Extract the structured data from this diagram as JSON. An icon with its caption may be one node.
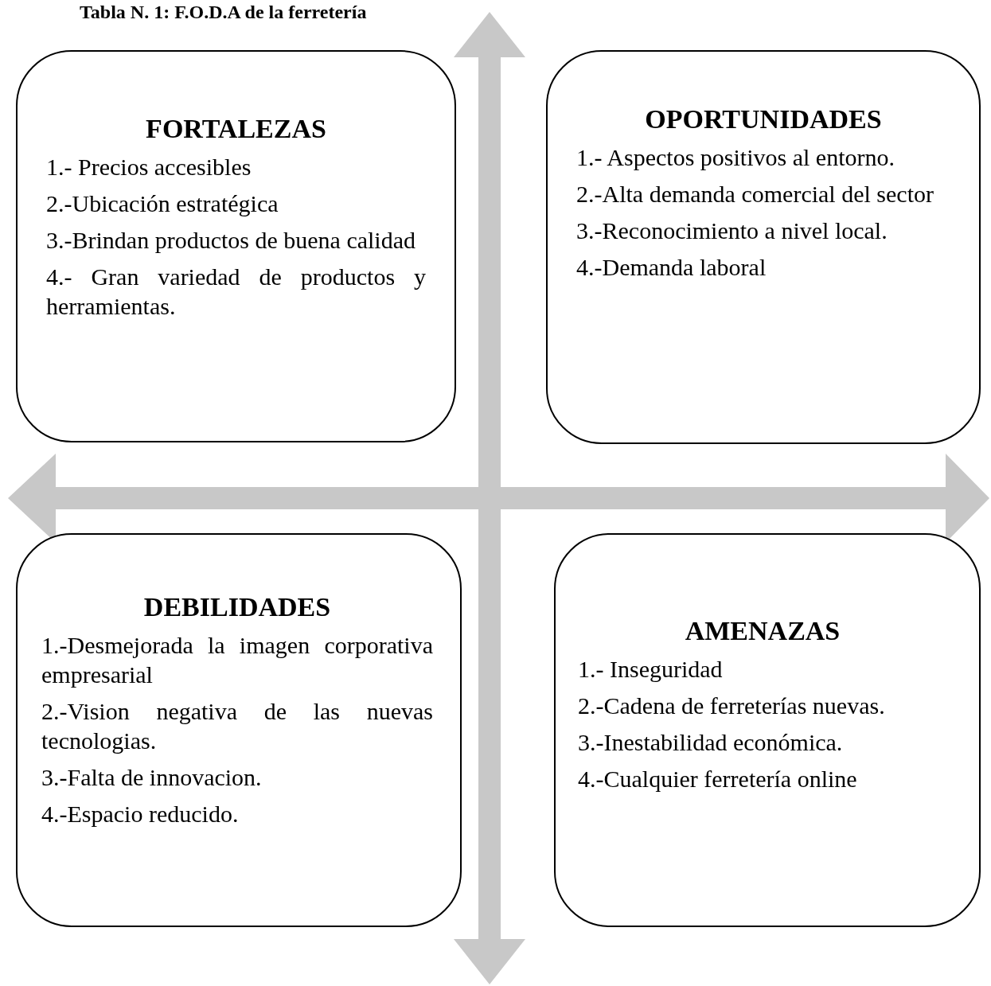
{
  "diagram": {
    "title": "Tabla N. 1: F.O.D.A de la ferretería",
    "nodes": [
      {
        "text": [
          "FORTALEZAS",
          "1.- Precios accesibles",
          "2.-Ubicación estratégica",
          "3.-Brindan productos de buena calidad",
          "4.- Gran variedad de productos y herramientas."
        ]
      },
      {
        "text": [
          "OPORTUNIDADES",
          "1.- Aspectos positivos al entorno.",
          "2.-Alta demanda comercial del sector",
          "3.-Reconocimiento a nivel local.",
          "4.-Demanda laboral"
        ]
      },
      {
        "text": [
          "DEBILIDADES",
          "1.-Desmejorada la imagen corporativa empresarial",
          "2.-Vision negativa de las nuevas tecnologias.",
          "3.-Falta de innovacion.",
          "4.-Espacio reducido."
        ]
      },
      {
        "text": [
          "AMENAZAS",
          "1.- Inseguridad",
          "2.-Cadena de ferreterías nuevas.",
          "3.-Inestabilidad económica.",
          "4.-Cualquier ferretería online"
        ]
      }
    ],
    "edges": []
  }
}
